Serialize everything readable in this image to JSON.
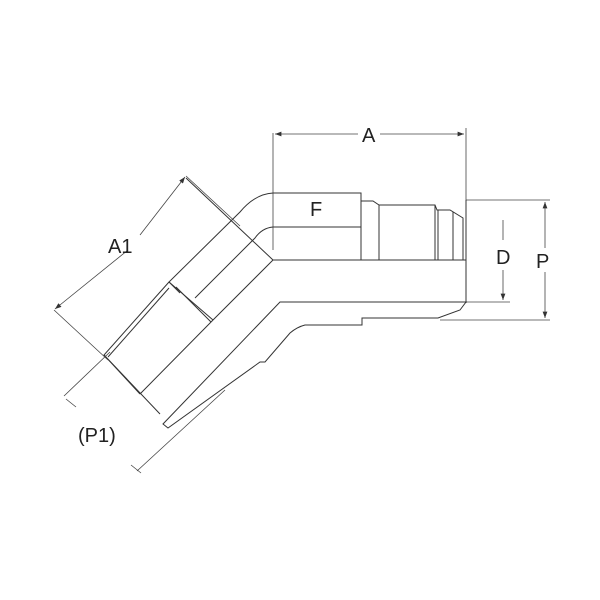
{
  "diagram": {
    "type": "technical-drawing",
    "subject": "45-degree fitting cross-section",
    "labels": {
      "A": "A",
      "A1": "A1",
      "F": "F",
      "D": "D",
      "P": "P",
      "P1": "(P1)"
    },
    "colors": {
      "line": "#333333",
      "background": "#ffffff"
    }
  }
}
